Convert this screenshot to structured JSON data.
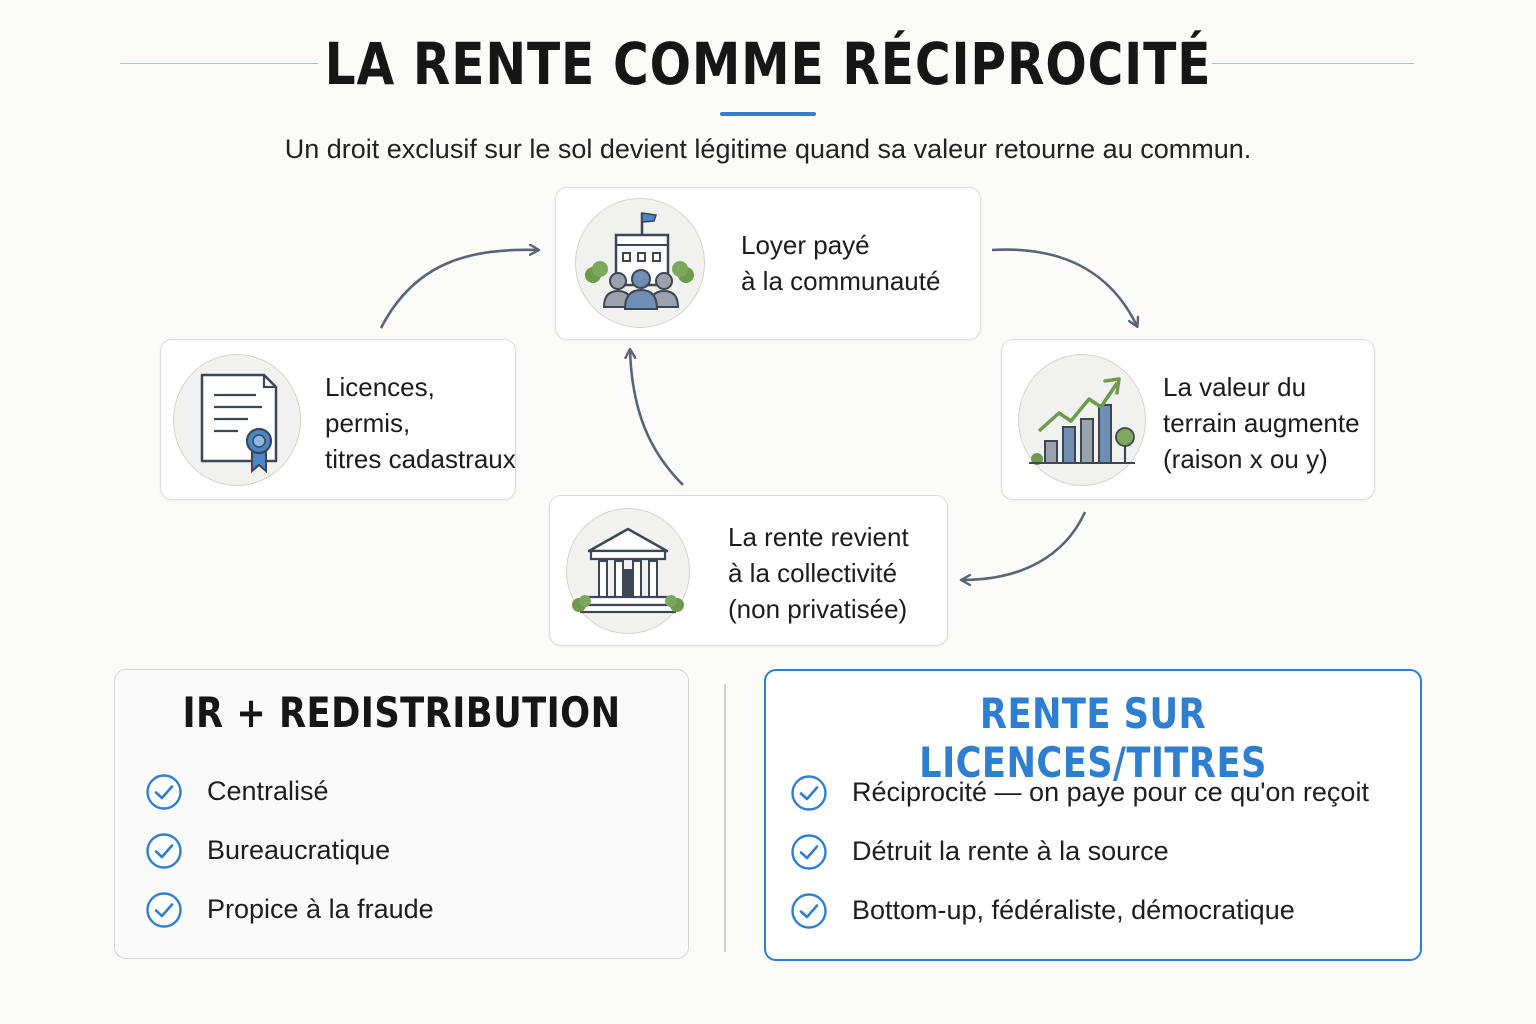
{
  "header": {
    "title": "LA RENTE COMME RÉCIPROCITÉ",
    "subtitle": "Un droit exclusif sur le sol devient légitime quand sa valeur retourne au commun."
  },
  "cycle": {
    "steps": [
      {
        "id": "loyer",
        "icon": "community-building-icon",
        "lines": [
          "Loyer payé",
          "à la communauté"
        ]
      },
      {
        "id": "valeur",
        "icon": "rising-chart-icon",
        "lines": [
          "La valeur du",
          "terrain augmente",
          "(raison x ou y)"
        ]
      },
      {
        "id": "rente",
        "icon": "civic-building-icon",
        "lines": [
          "La rente revient",
          "à la collectivité",
          "(non privatisée)"
        ]
      },
      {
        "id": "licences",
        "icon": "certificate-icon",
        "lines": [
          "Licences,",
          "permis,",
          "titres cadastraux"
        ]
      }
    ]
  },
  "comparison": {
    "left": {
      "title": "IR + REDISTRIBUTION",
      "items": [
        "Centralisé",
        "Bureaucratique",
        "Propice à la fraude"
      ]
    },
    "right": {
      "title": "RENTE SUR LICENCES/TITRES",
      "items": [
        "Réciprocité — on paye pour ce qu'on reçoit",
        "Détruit la rente à la source",
        "Bottom-up, fédéraliste, démocratique"
      ]
    }
  },
  "colors": {
    "accent": "#2f7fd1",
    "arrow": "#5b6472",
    "tree": "#6f9a4e"
  }
}
